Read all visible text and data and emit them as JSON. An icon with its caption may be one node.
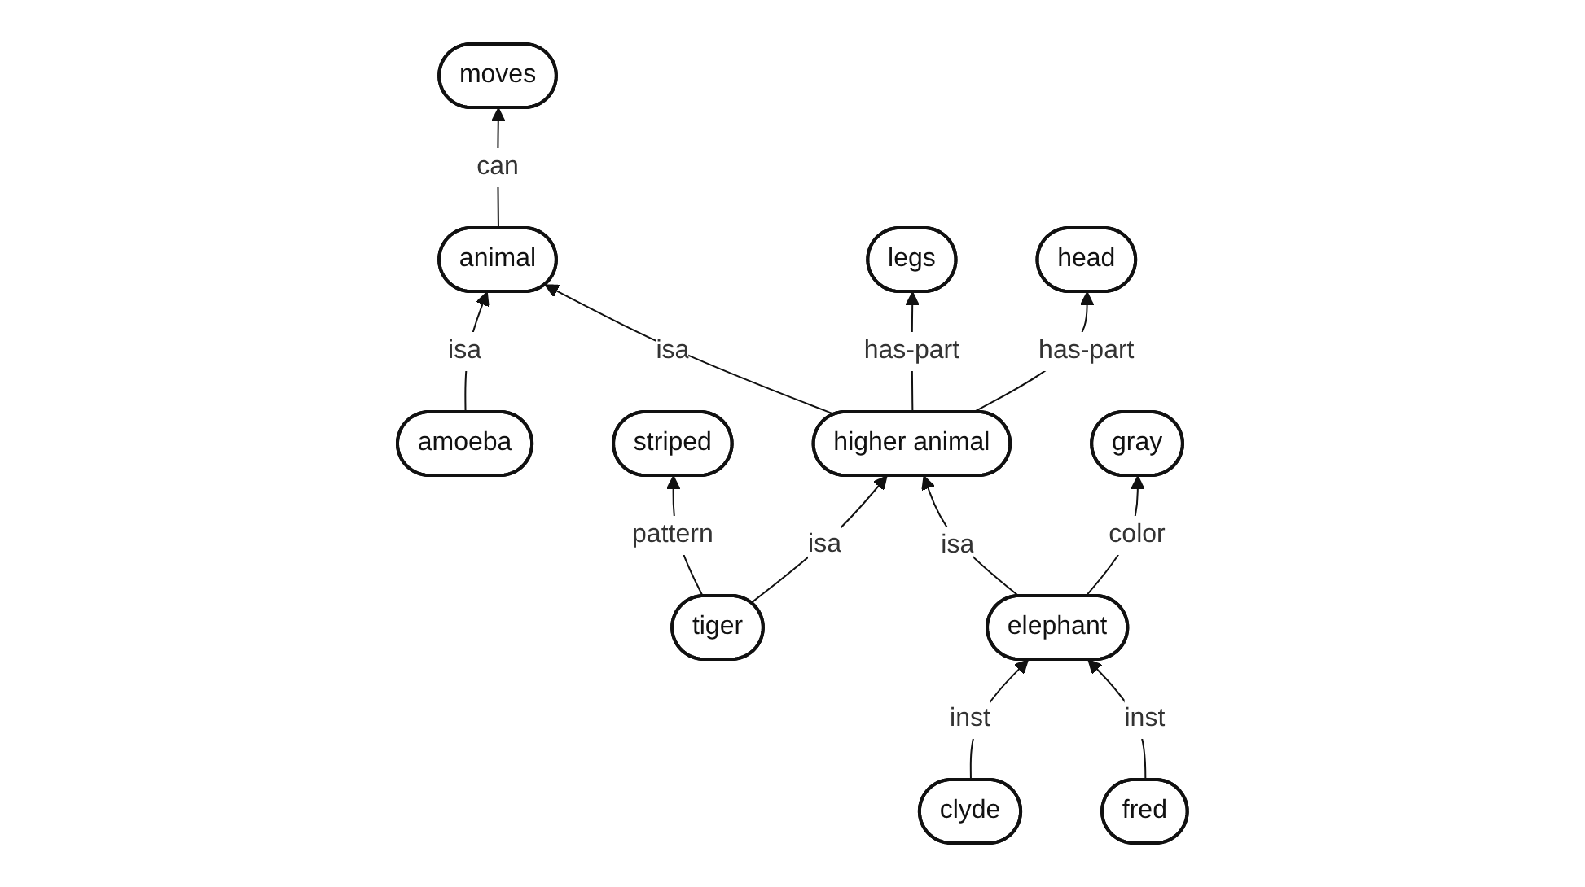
{
  "diagram": {
    "nodes": [
      {
        "text": [
          "animal"
        ]
      },
      {
        "text": [
          "moves"
        ]
      },
      {
        "text": [
          "amoeba"
        ]
      },
      {
        "text": [
          "legs"
        ]
      },
      {
        "text": [
          "higher animal"
        ]
      },
      {
        "text": [
          "head"
        ]
      },
      {
        "text": [
          "striped"
        ]
      },
      {
        "text": [
          "tiger"
        ]
      },
      {
        "text": [
          "elephant"
        ]
      },
      {
        "text": [
          "gray"
        ]
      },
      {
        "text": [
          "clyde"
        ]
      },
      {
        "text": [
          "fred"
        ]
      }
    ],
    "edges": [
      {
        "from": 0,
        "to": 1,
        "arrow": "to",
        "label": "can"
      },
      {
        "from": 2,
        "to": 0,
        "arrow": "to",
        "label": "isa"
      },
      {
        "from": 4,
        "to": 0,
        "arrow": "to",
        "label": "isa"
      },
      {
        "from": 4,
        "to": 3,
        "arrow": "to",
        "label": "has-part"
      },
      {
        "from": 4,
        "to": 5,
        "arrow": "to",
        "label": "has-part"
      },
      {
        "from": 7,
        "to": 6,
        "arrow": "to",
        "label": "pattern"
      },
      {
        "from": 7,
        "to": 4,
        "arrow": "to",
        "label": "isa"
      },
      {
        "from": 8,
        "to": 4,
        "arrow": "to",
        "label": "isa"
      },
      {
        "from": 8,
        "to": 9,
        "arrow": "to",
        "label": "color"
      },
      {
        "from": 10,
        "to": 8,
        "arrow": "to",
        "label": "inst"
      },
      {
        "from": 11,
        "to": 8,
        "arrow": "to",
        "label": "inst"
      }
    ]
  }
}
